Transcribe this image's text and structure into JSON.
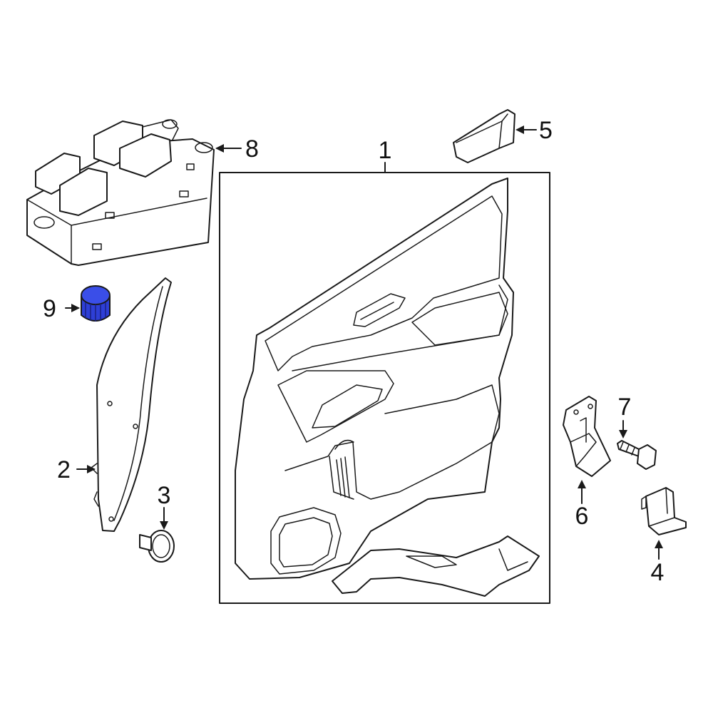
{
  "callouts": [
    {
      "id": "1",
      "label": "1"
    },
    {
      "id": "2",
      "label": "2"
    },
    {
      "id": "3",
      "label": "3"
    },
    {
      "id": "4",
      "label": "4"
    },
    {
      "id": "5",
      "label": "5"
    },
    {
      "id": "6",
      "label": "6"
    },
    {
      "id": "7",
      "label": "7"
    },
    {
      "id": "8",
      "label": "8"
    },
    {
      "id": "9",
      "label": "9"
    }
  ],
  "colors": {
    "line": "#1a1a1a",
    "highlight_part": "#2e3fd6",
    "background": "#ffffff"
  },
  "highlighted_part": "9"
}
